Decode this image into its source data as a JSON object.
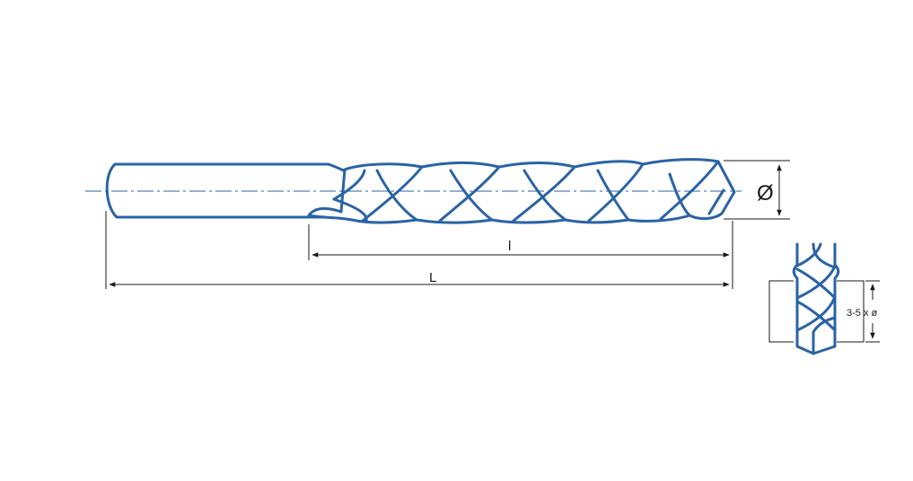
{
  "dimensions": {
    "diameter_symbol": "Ø",
    "flute_length_label": "l",
    "overall_length_label": "L",
    "drilling_depth_label": "3-5 x ø"
  },
  "colors": {
    "drill_stroke": "#2a63a6",
    "dimension_lines": "#1a1a1a"
  }
}
